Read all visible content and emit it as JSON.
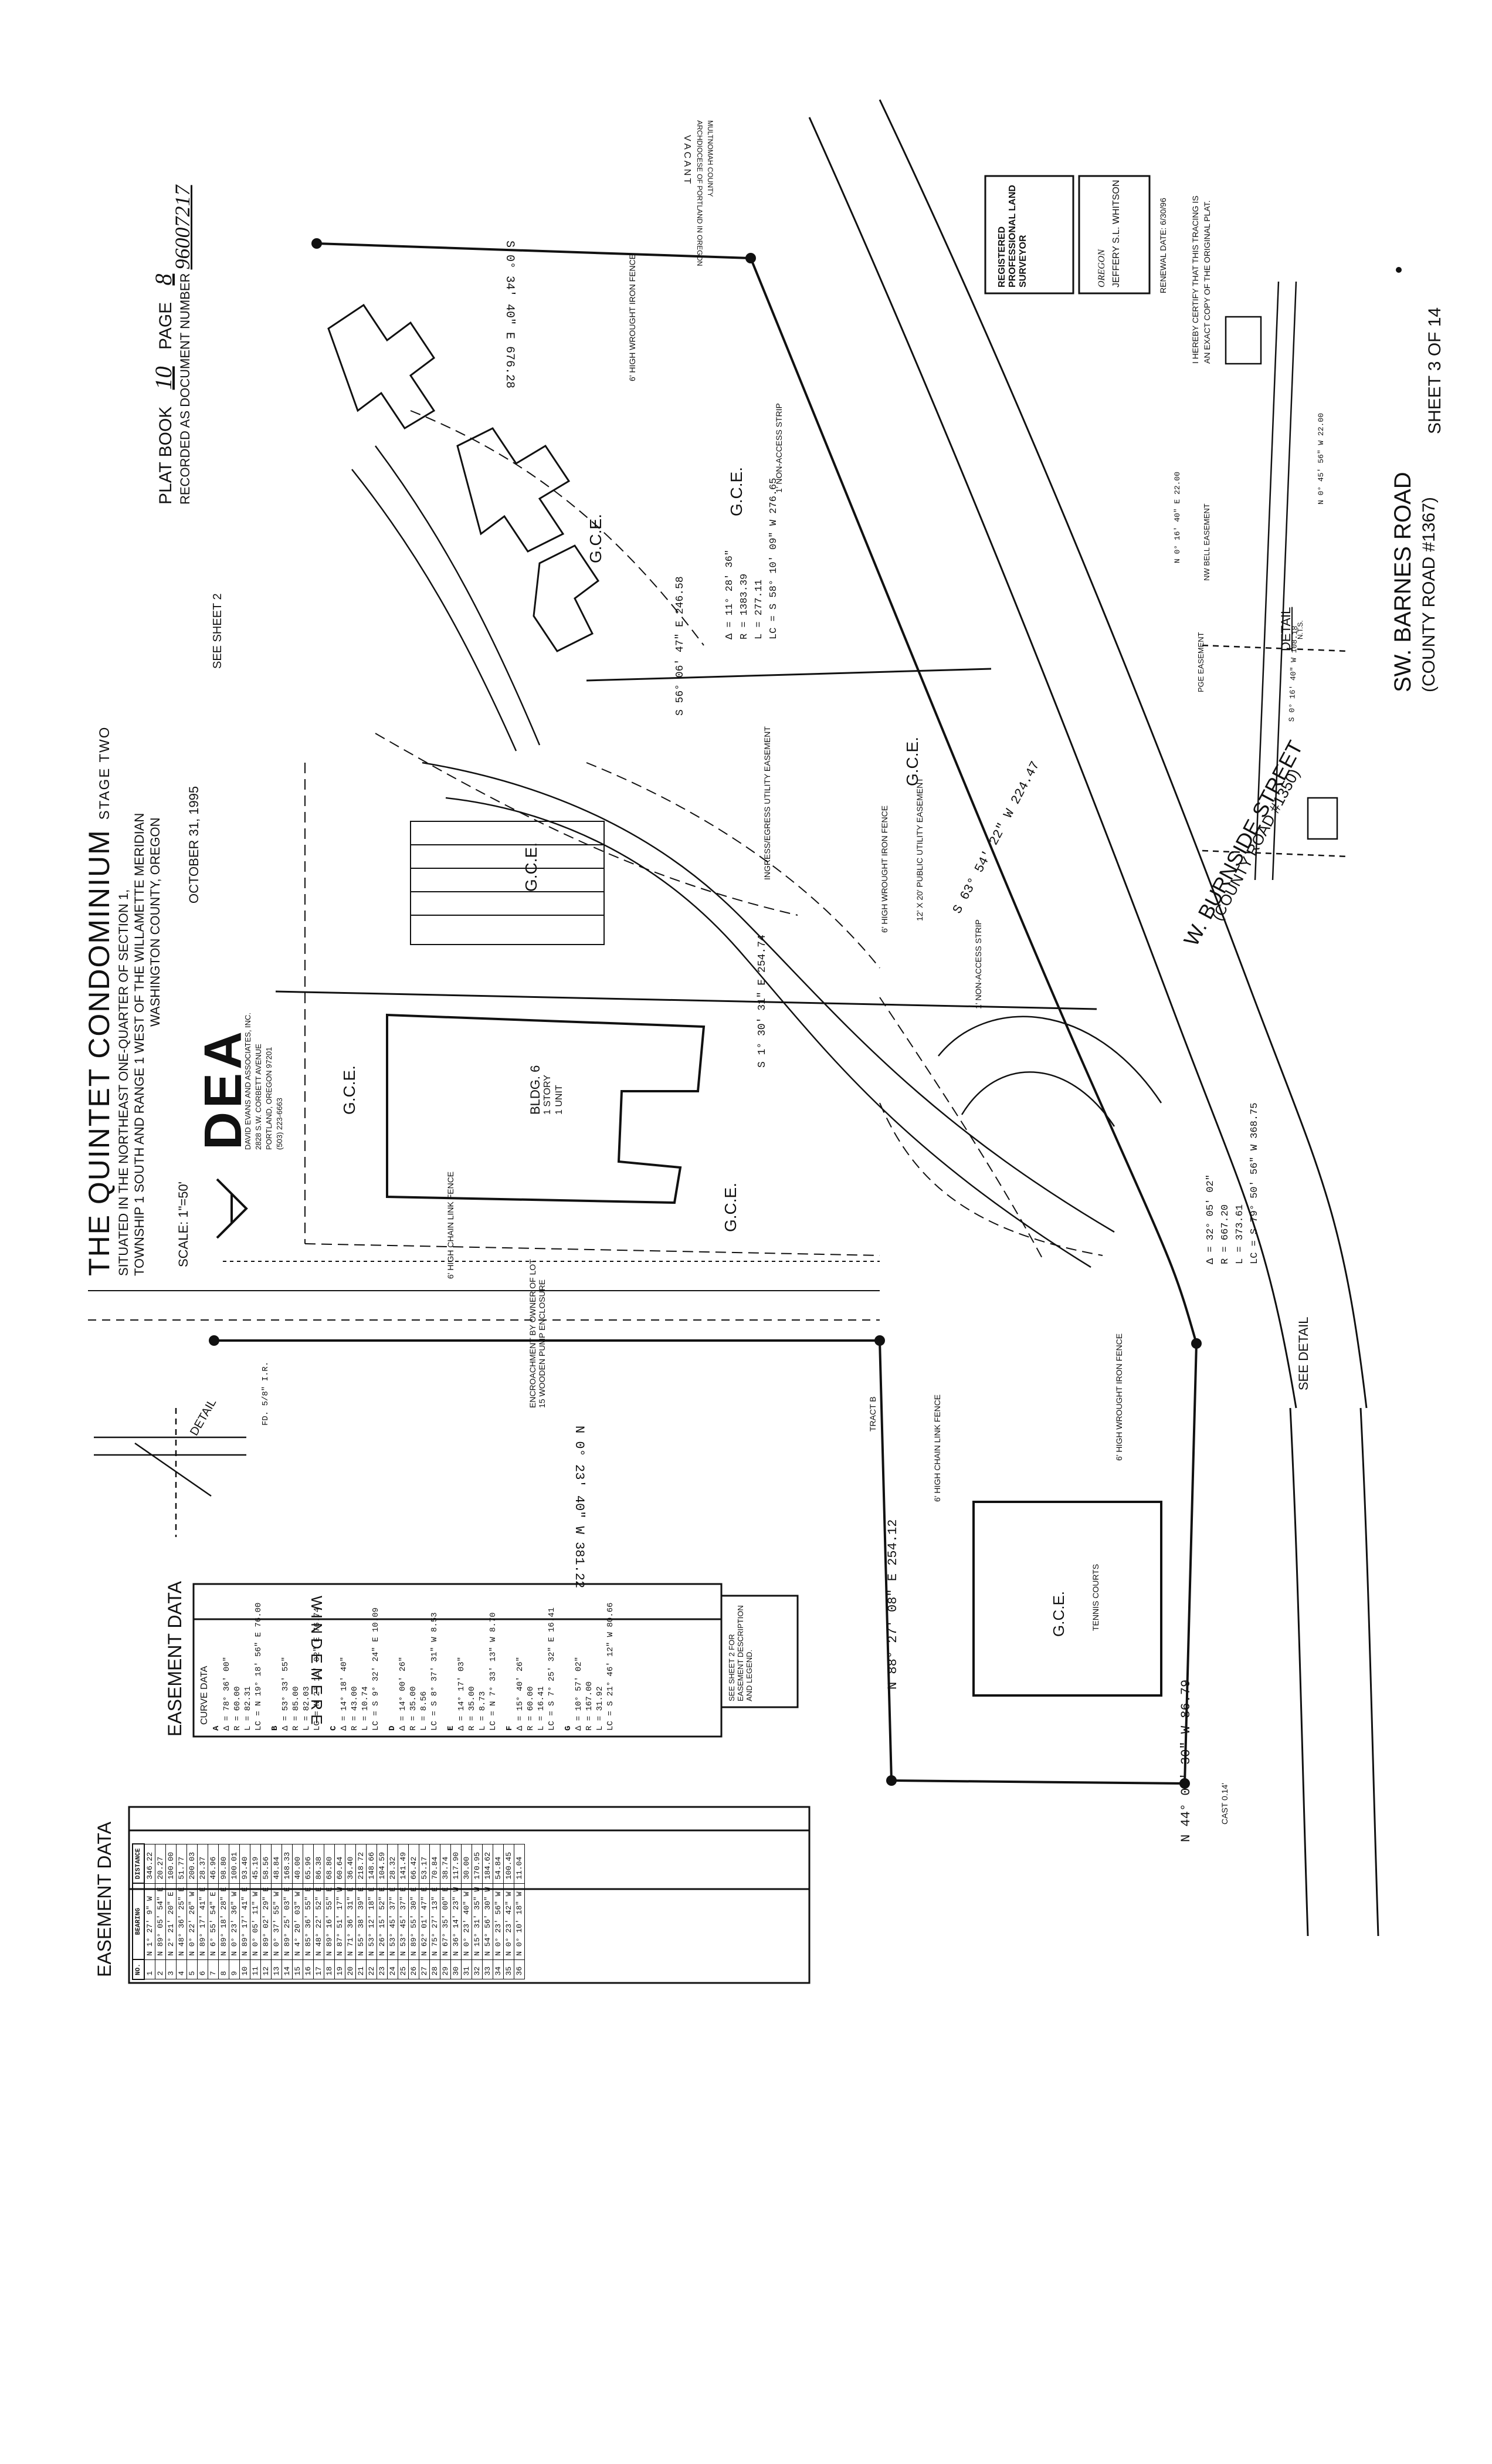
{
  "plat": {
    "book_label": "PLAT BOOK",
    "book_number": "10",
    "page_label": "PAGE",
    "page_number": "8",
    "recorded_label": "RECORDED AS DOCUMENT NUMBER",
    "document_number": "96007217",
    "title": "THE QUINTET CONDOMINIUM",
    "stage": "STAGE TWO",
    "location_line1": "SITUATED IN THE NORTHEAST ONE-QUARTER OF SECTION 1,",
    "location_line2": "TOWNSHIP 1 SOUTH AND RANGE 1 WEST OF THE WILLAMETTE MERIDIAN",
    "location_line3": "WASHINGTON COUNTY, OREGON",
    "date": "OCTOBER 31, 1995",
    "scale": "SCALE: 1\"=50'",
    "see_sheet": "SEE SHEET 2",
    "sheet": "SHEET 3 OF 14"
  },
  "firm": {
    "logo": "DEA",
    "name": "DAVID EVANS AND ASSOCIATES, INC.",
    "address1": "2828 S.W. CORBETT AVENUE",
    "address2": "PORTLAND, OREGON 97201",
    "phone": "(503) 223-6663"
  },
  "surveyor": {
    "stamp_title": "REGISTERED PROFESSIONAL LAND SURVEYOR",
    "name": "JEFFERY S.L. WHITSON",
    "state": "OREGON",
    "renewal": "RENEWAL DATE: 6/30/96",
    "cert_line1": "I HEREBY CERTIFY THAT THIS TRACING IS",
    "cert_line2": "AN EXACT COPY OF THE ORIGINAL PLAT."
  },
  "streets": {
    "burnside": "W. BURNSIDE STREET",
    "burnside_road": "(COUNTY ROAD #1350)",
    "barnes": "SW. BARNES ROAD",
    "barnes_road": "(COUNTY ROAD #1367)",
    "windermere": "W I N D E M E R E",
    "vacant": "V A C A N T",
    "vacant_owner1": "ARCHDIOCESE OF PORTLAND IN OREGON",
    "vacant_owner2": "MULTNOMAH COUNTY"
  },
  "map_labels": {
    "gce": "G.C.E.",
    "bldg6": "BLDG. 6",
    "bldg6_story": "1 STORY",
    "bldg6_unit": "1 UNIT",
    "tennis": "TENNIS COURTS",
    "detail": "DETAIL",
    "see_detail": "SEE DETAIL",
    "detail_nts": "N.T.S.",
    "fence_chain": "6' HIGH CHAIN LINK FENCE",
    "fence_iron": "6' HIGH WROUGHT IRON FENCE",
    "non_access": "1' NON-ACCESS STRIP",
    "utility_easement": "12' X 20' PUBLIC UTILITY EASEMENT",
    "ingress": "INGRESS/EGRESS UTILITY EASEMENT",
    "encroachment": "ENCROACHMENT BY OWNER OF LOT 15 WOODEN PUMP ENCLOSURE",
    "tract_b": "TRACT B",
    "cast": "CAST 0.14'"
  },
  "courses": {
    "south_line": "N 88° 27' 08\" E  254.12",
    "burnside_line": "S 63° 54' 22\" W  224.47",
    "north_line": "S 1° 30' 31\" E  254.74",
    "west_line": "N 0° 23' 40\" W  381.22",
    "east_bearing": "N 44° 00' 30\" W  86.79",
    "top_line": "S 0° 34' 40\" E  676.28",
    "line_246": "S 56° 06' 47\" E  246.58",
    "fd_iron": "FD. 5/8\" I.R.",
    "curve1_delta": "Δ = 11° 28' 36\"",
    "curve1_r": "R = 1383.39",
    "curve1_l": "L = 277.11",
    "curve1_lc": "LC = S 58° 10' 09\" W  276.65",
    "curve2_delta": "Δ = 32° 05' 02\"",
    "curve2_r": "R = 667.20",
    "curve2_l": "L = 373.61",
    "curve2_lc": "LC = S 79° 50' 56\" W  368.75"
  },
  "easement_table": {
    "title": "EASEMENT DATA",
    "headers": [
      "NO.",
      "BEARING",
      "DISTANCE"
    ],
    "rows": [
      [
        "1",
        "N 1° 27' 9\" W",
        "346.22"
      ],
      [
        "2",
        "N 89° 05' 54\" E",
        "20.27"
      ],
      [
        "3",
        "N 2° 21' 20\" E",
        "100.00"
      ],
      [
        "4",
        "N 48° 36' 25\" E",
        "51.77"
      ],
      [
        "5",
        "N 0° 22' 26\" W",
        "200.03"
      ],
      [
        "6",
        "N 89° 17' 41\" E",
        "28.37"
      ],
      [
        "7",
        "N 6° 55' 54\" E",
        "46.96"
      ],
      [
        "8",
        "N 89° 18' 28\" E",
        "98.80"
      ],
      [
        "9",
        "N 0° 23' 36\" W",
        "100.01"
      ],
      [
        "10",
        "N 89° 17' 41\" E",
        "93.40"
      ],
      [
        "11",
        "N 0° 05' 11\" W",
        "45.19"
      ],
      [
        "12",
        "N 89° 02' 29\" E",
        "58.56"
      ],
      [
        "13",
        "N 0° 37' 55\" W",
        "48.84"
      ],
      [
        "14",
        "N 89° 25' 03\" E",
        "168.33"
      ],
      [
        "15",
        "N 4° 20' 03\" W",
        "40.00"
      ],
      [
        "16",
        "N 85° 36' 55\" E",
        "65.96"
      ],
      [
        "17",
        "N 48° 22' 52\" E",
        "86.38"
      ],
      [
        "18",
        "N 89° 16' 55\" E",
        "68.80"
      ],
      [
        "19",
        "N 87° 51' 17\" W",
        "60.64"
      ],
      [
        "20",
        "N 71° 36' 31\" E",
        "36.40"
      ],
      [
        "21",
        "N 55° 38' 39\" E",
        "218.72"
      ],
      [
        "22",
        "N 53° 12' 18\" E",
        "148.66"
      ],
      [
        "23",
        "N 26° 15' 52\" E",
        "104.59"
      ],
      [
        "24",
        "N 53° 45' 37\" E",
        "28.32"
      ],
      [
        "25",
        "N 53° 45' 37\" E",
        "141.49"
      ],
      [
        "26",
        "N 89° 55' 30\" E",
        "66.42"
      ],
      [
        "27",
        "N 62° 01' 47\" E",
        "53.17"
      ],
      [
        "28",
        "N 75° 27' 13\" E",
        "70.84"
      ],
      [
        "29",
        "N 67° 35' 00\" E",
        "38.74"
      ],
      [
        "30",
        "N 36° 14' 23\" W",
        "117.90"
      ],
      [
        "31",
        "N 0° 23' 40\" W",
        "30.00"
      ],
      [
        "32",
        "N 15° 31' 35\" W",
        "170.95"
      ],
      [
        "33",
        "N 54° 56' 30\" W",
        "184.62"
      ],
      [
        "34",
        "N 0° 23' 56\" W",
        "54.84"
      ],
      [
        "35",
        "N 0° 23' 42\" W",
        "100.45"
      ],
      [
        "36",
        "N 0° 10' 18\" W",
        "11.04"
      ]
    ]
  },
  "curve_table": {
    "title": "EASEMENT DATA",
    "subtitle": "CURVE DATA",
    "curves": [
      {
        "id": "A",
        "delta": "Δ = 78° 36' 00\"",
        "r": "R = 60.00",
        "l": "L = 82.31",
        "lc": "LC = N 19° 18' 56\" E  76.00"
      },
      {
        "id": "B",
        "delta": "Δ = 53° 33' 55\"",
        "r": "R = 85.00",
        "l": "L = 82.03",
        "lc": "LC = N 2° 13' 02\" E  76.74"
      },
      {
        "id": "C",
        "delta": "Δ = 14° 18' 40\"",
        "r": "R = 43.00",
        "l": "L = 10.74",
        "lc": "LC = S 9° 32' 24\" E  10.09"
      },
      {
        "id": "D",
        "delta": "Δ = 14° 00' 26\"",
        "r": "R = 35.00",
        "l": "L = 8.56",
        "lc": "LC = S 8° 37' 31\" W  8.53"
      },
      {
        "id": "E",
        "delta": "Δ = 14° 17' 03\"",
        "r": "R = 35.00",
        "l": "L = 8.73",
        "lc": "LC = N 7° 33' 13\" W  8.70"
      },
      {
        "id": "F",
        "delta": "Δ = 15° 40' 26\"",
        "r": "R = 60.00",
        "l": "L = 16.41",
        "lc": "LC = S 7° 25' 32\" E  16.41"
      },
      {
        "id": "G",
        "delta": "Δ = 10° 57' 02\"",
        "r": "R = 167.00",
        "l": "L = 31.92",
        "lc": "LC = S 21° 46' 12\" W  80.66"
      }
    ],
    "note": "SEE SHEET 2 FOR EASEMENT DESCRIPTION AND LEGEND."
  },
  "detail": {
    "line1": "N 0° 16' 40\" E  22.00",
    "line2": "N 0° 45' 56\" W  22.00",
    "line3": "S 0° 16' 40\" W  108.18",
    "pge": "PGE EASEMENT",
    "bell": "NW BELL EASEMENT"
  }
}
